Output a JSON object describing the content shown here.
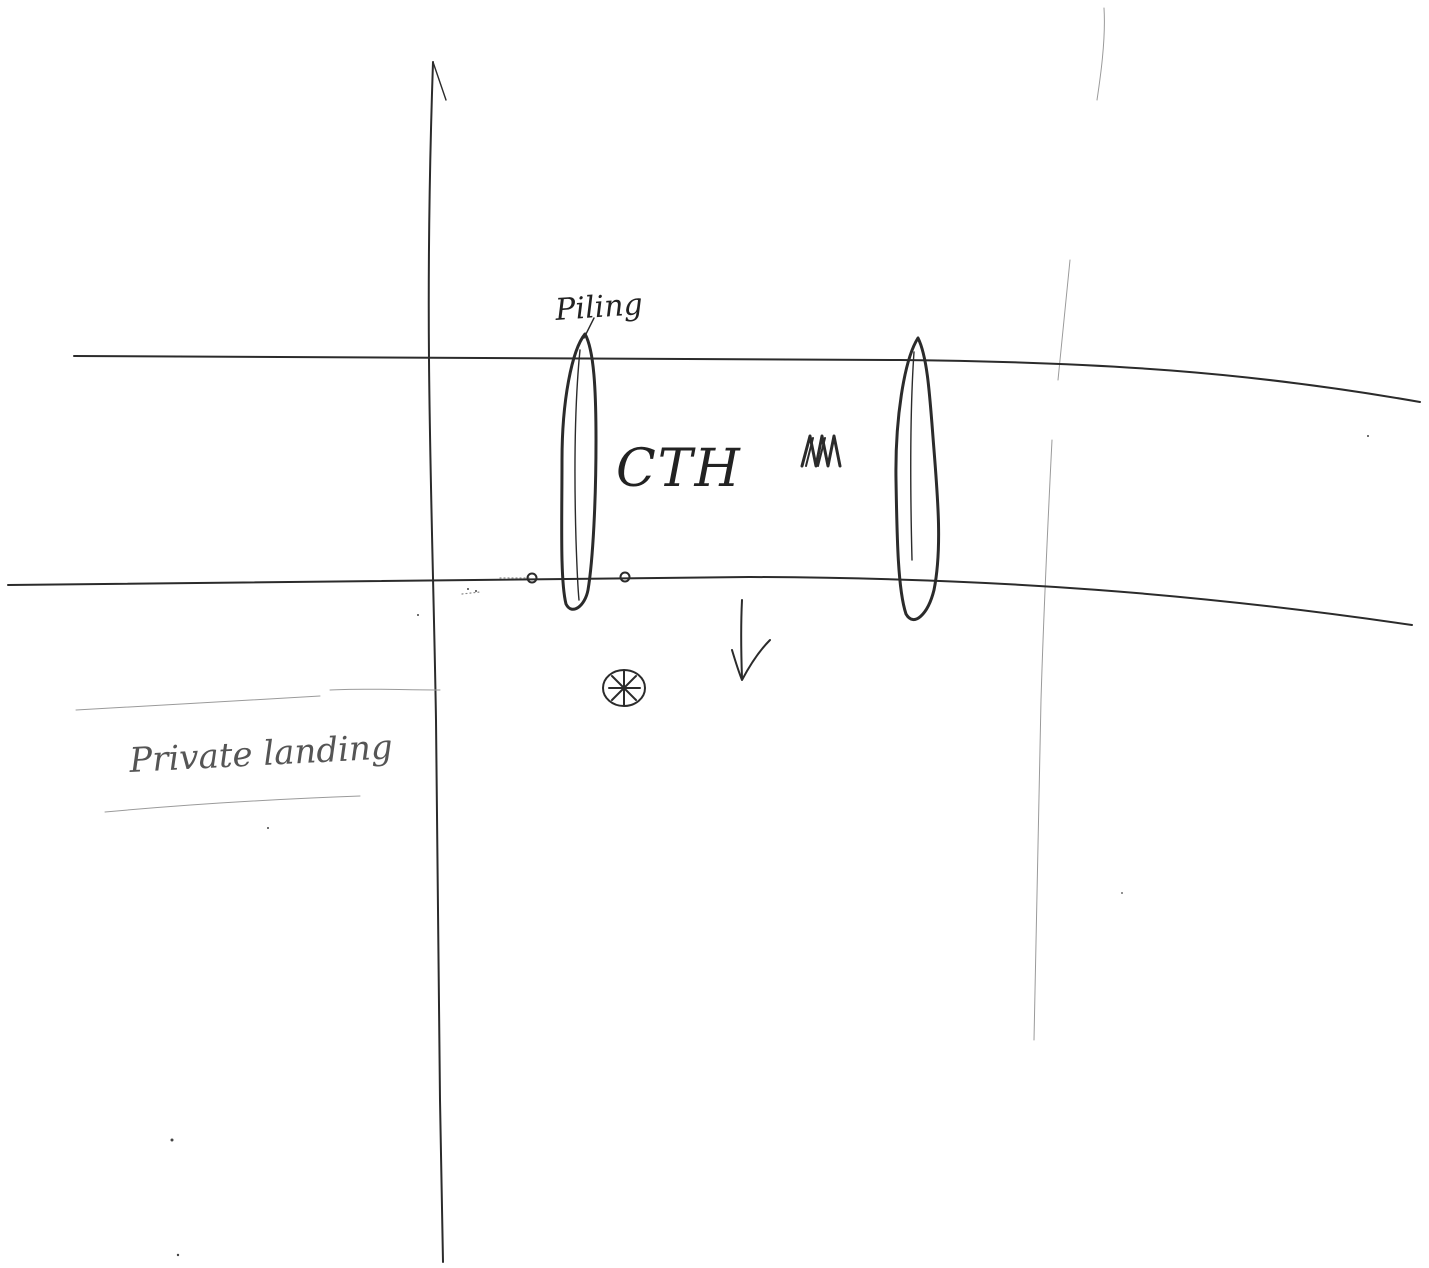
{
  "labels": {
    "piling": "Piling",
    "cth": "CTH",
    "private_landing": "Private landing"
  },
  "icons": {
    "arrow": "down-arrow-icon",
    "marker": "circled-asterisk-icon",
    "vehicles": "vehicle-tally-icon"
  },
  "colors": {
    "ink": "#2b2b2b",
    "faint_ink": "#9a9a9a",
    "paper": "#ffffff"
  }
}
